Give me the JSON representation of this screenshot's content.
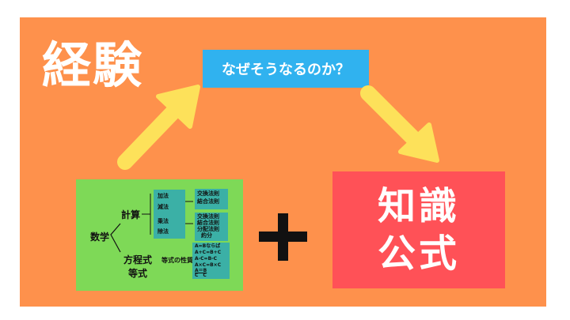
{
  "title_experience": "経験",
  "question_box": "なぜそうなるのか？",
  "knowledge_line1": "知識",
  "knowledge_line2": "公式",
  "mindmap": {
    "root": "数学",
    "branch_calc": "計算",
    "branch_eq": "方程式",
    "branch_eq2": "等式",
    "eq_property": "等式の性質",
    "calc_items": [
      "加法",
      "減法",
      "乗法",
      "除法"
    ],
    "laws_1": [
      "交換法則",
      "結合法則"
    ],
    "laws_2": [
      "交換法則",
      "結合法則",
      "分配法則",
      "約分"
    ],
    "eq_rules": [
      "A=Bならば",
      "A+C=B+C",
      "A-C=B-C",
      "A×C=B×C",
      "A＝B",
      "C　C"
    ]
  },
  "colors": {
    "background": "#fe914c",
    "question_bg": "#30b2ef",
    "knowledge_bg": "#ff5157",
    "mindmap_bg": "#7ed957",
    "mindmap_box": "#3bb0a6",
    "arrow": "#fde15a",
    "plus": "#111111"
  },
  "icons": {
    "plus": "plus-icon",
    "arrow_up": "arrow-up-right-icon",
    "arrow_down": "arrow-down-right-icon"
  }
}
